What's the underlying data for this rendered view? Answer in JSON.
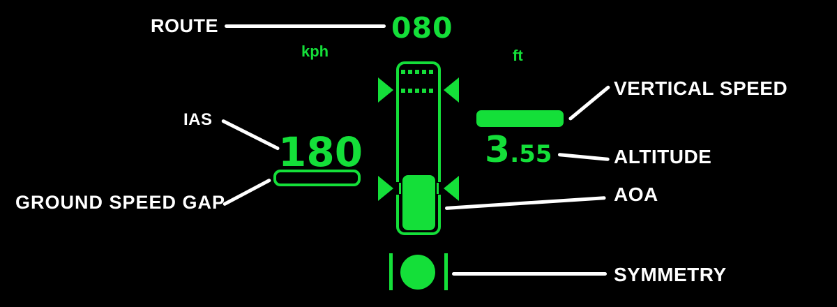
{
  "colors": {
    "hud_green": "#14DF39",
    "label_white": "#FFFFFF",
    "background": "#000000"
  },
  "route": {
    "label": "ROUTE",
    "value": "080"
  },
  "speed": {
    "unit": "kph",
    "ias": {
      "label": "IAS",
      "value": "180"
    },
    "ground_speed_gap": {
      "label": "GROUND SPEED GAP"
    }
  },
  "altitude": {
    "unit": "ft",
    "vertical_speed": {
      "label": "VERTICAL SPEED"
    },
    "label": "ALTITUDE",
    "value": "3.55",
    "value_integer": "3",
    "value_fraction": ".55"
  },
  "aoa": {
    "label": "AOA"
  },
  "symmetry": {
    "label": "SYMMETRY"
  }
}
